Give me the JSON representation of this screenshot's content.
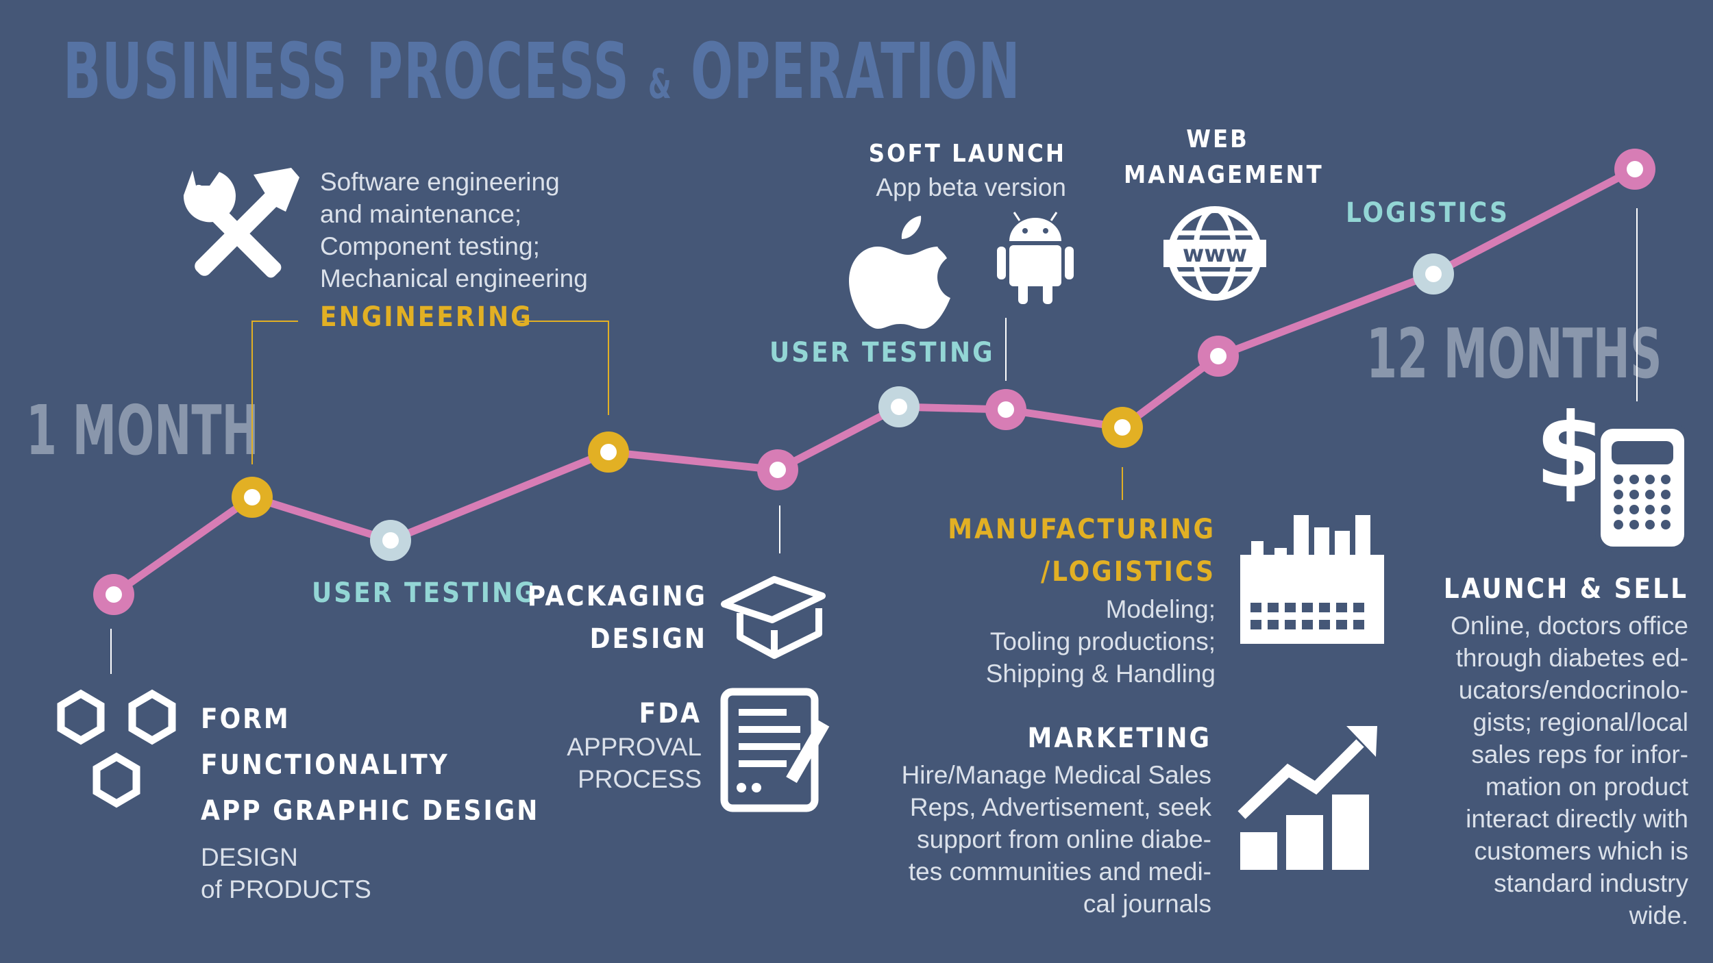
{
  "title": {
    "main1": "BUSINESS PROCESS",
    "amp": "&",
    "main2": "OPERATION"
  },
  "timeline": {
    "start": "1 MONTH",
    "end": "12 MONTHS"
  },
  "engineering": {
    "label": "ENGINEERING",
    "lines": [
      "Software engineering",
      "and maintenance;",
      "Component testing;",
      "Mechanical engineering"
    ]
  },
  "user_testing_1": {
    "label": "USER TESTING"
  },
  "user_testing_2": {
    "label": "USER TESTING"
  },
  "design": {
    "heads": [
      "FORM",
      "FUNCTIONALITY",
      "APP GRAPHIC DESIGN"
    ],
    "lines": [
      "DESIGN",
      "of PRODUCTS"
    ]
  },
  "packaging": {
    "lines": [
      "PACKAGING",
      "DESIGN"
    ]
  },
  "fda": {
    "label": "FDA",
    "lines": [
      "APPROVAL",
      "PROCESS"
    ]
  },
  "soft_launch": {
    "label": "SOFT LAUNCH",
    "sub": "App beta version"
  },
  "web": {
    "lines": [
      "WEB",
      "MANAGEMENT"
    ]
  },
  "logistics": {
    "label": "LOGISTICS"
  },
  "manufacturing": {
    "heads": [
      "MANUFACTURING",
      "/LOGISTICS"
    ],
    "lines": [
      "Modeling;",
      "Tooling productions;",
      "Shipping & Handling"
    ]
  },
  "marketing": {
    "label": "MARKETING",
    "lines": [
      "Hire/Manage Medical Sales",
      "Reps, Advertisement, seek",
      "support from online diabe-",
      "tes communities and medi-",
      "cal journals"
    ]
  },
  "launch": {
    "label": "LAUNCH & SELL",
    "lines": [
      "Online, doctors office",
      "through diabetes ed-",
      "ucators/endocrinolo-",
      "gists; regional/local",
      "sales reps for infor-",
      "mation on product",
      "interact directly with",
      "customers which is",
      "standard industry",
      "wide."
    ]
  },
  "icons": [
    "hexagons-icon",
    "tools-icon",
    "box-icon",
    "document-icon",
    "apple-icon",
    "android-icon",
    "www-globe-icon",
    "factory-icon",
    "growth-chart-icon",
    "dollar-calculator-icon"
  ],
  "colors": {
    "background": "#455777",
    "line": "#d77db5",
    "yellow": "#e2b024",
    "cyan": "#93d6d5",
    "pink": "#d77db5",
    "light": "#c3d7df",
    "title": "#5673a4"
  }
}
